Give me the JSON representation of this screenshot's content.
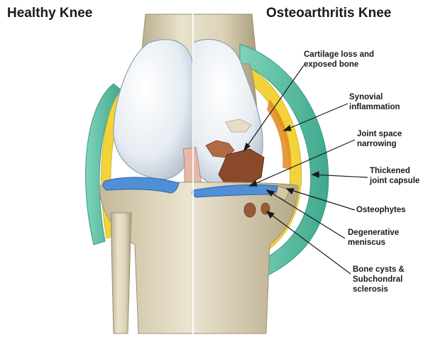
{
  "headings": {
    "healthy": "Healthy Knee",
    "osteoarthritis": "Osteoarthritis Knee"
  },
  "labels": {
    "cartilage": [
      "Cartilage loss and",
      "exposed bone"
    ],
    "synovial": [
      "Synovial",
      "inflammation"
    ],
    "joint_space": [
      "Joint space",
      "narrowing"
    ],
    "capsule": [
      "Thickened",
      "joint capsule"
    ],
    "osteophytes": [
      "Osteophytes"
    ],
    "meniscus": [
      "Degenerative",
      "meniscus"
    ],
    "cysts": [
      "Bone cysts &",
      "Subchondral",
      "sclerosis"
    ]
  },
  "colors": {
    "bone": "#e4dcc6",
    "bone_shadow": "#b8ab8b",
    "cartilage": "#e9eef3",
    "capsule": "#5ec3a8",
    "synovium": "#f2d43a",
    "meniscus": "#4f8fd6",
    "inflamed": "#e08a20",
    "damage": "#8a4a2a"
  }
}
